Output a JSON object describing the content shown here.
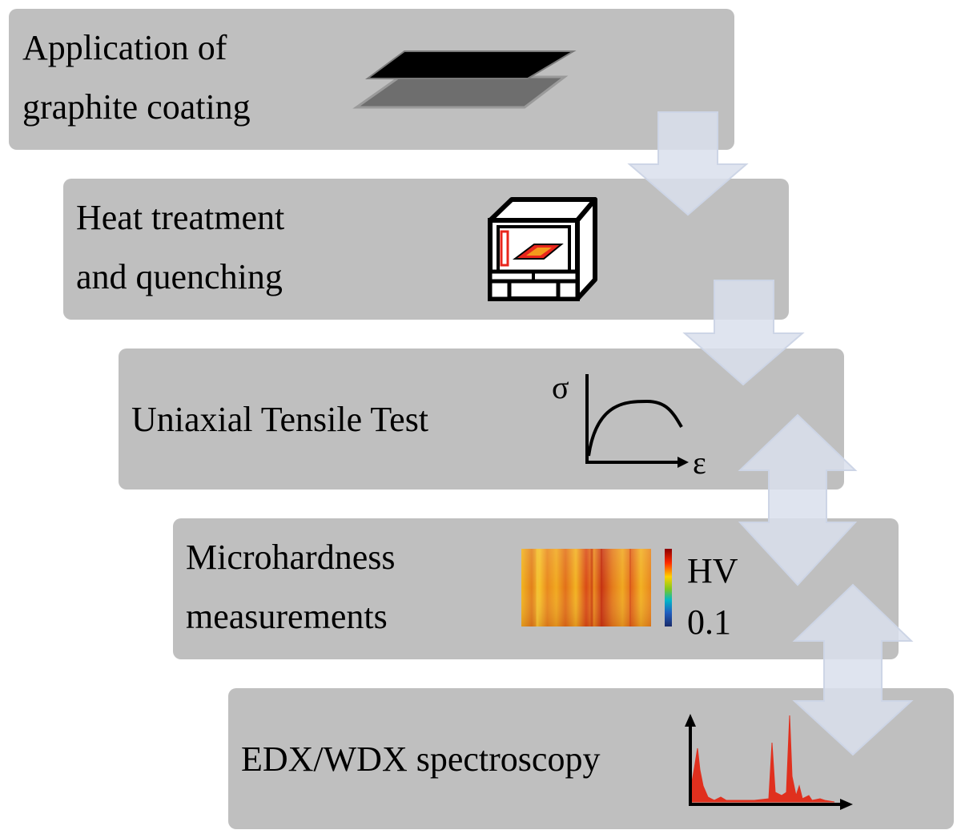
{
  "steps": [
    {
      "lines": [
        "Application of",
        "graphite coating"
      ]
    },
    {
      "lines": [
        "Heat treatment",
        "and quenching"
      ]
    },
    {
      "lines": [
        "Uniaxial Tensile Test"
      ]
    },
    {
      "lines": [
        "Microhardness",
        "measurements"
      ]
    },
    {
      "lines": [
        "EDX/WDX spectroscopy"
      ]
    }
  ],
  "tensile_icon": {
    "y_symbol": "σ",
    "x_symbol": "ε"
  },
  "hardness_icon": {
    "scale_label_1": "HV",
    "scale_label_2": "0.1"
  },
  "colors": {
    "box": "#bfbfbf",
    "arrow": "#d9dfec",
    "hot_red": "#e8261c",
    "hot_orange": "#f39a1c",
    "spectrum_red": "#e0301e"
  },
  "icons": [
    "graphite-layers-icon",
    "furnace-icon",
    "stress-strain-icon",
    "hardness-map-icon",
    "spectrum-icon"
  ]
}
